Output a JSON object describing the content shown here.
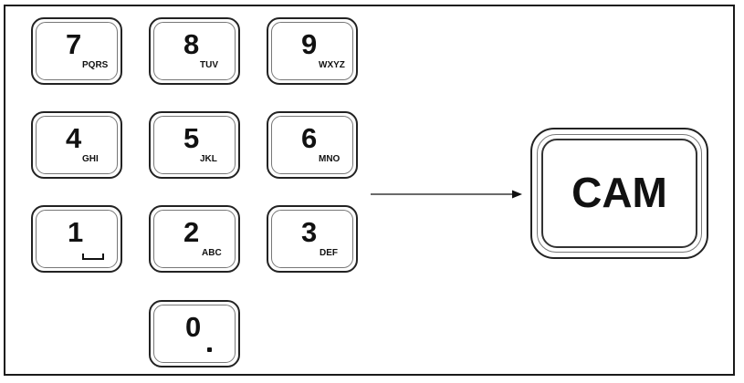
{
  "keypad": {
    "keys": [
      {
        "digit": "7",
        "letters": "PQRS"
      },
      {
        "digit": "8",
        "letters": "TUV"
      },
      {
        "digit": "9",
        "letters": "WXYZ"
      },
      {
        "digit": "4",
        "letters": "GHI"
      },
      {
        "digit": "5",
        "letters": "JKL"
      },
      {
        "digit": "6",
        "letters": "MNO"
      },
      {
        "digit": "1",
        "symbol": "space-glyph"
      },
      {
        "digit": "2",
        "letters": "ABC"
      },
      {
        "digit": "3",
        "letters": "DEF"
      },
      {
        "digit": "0",
        "symbol": "dot-glyph"
      }
    ]
  },
  "cam_button": {
    "label": "CAM"
  }
}
